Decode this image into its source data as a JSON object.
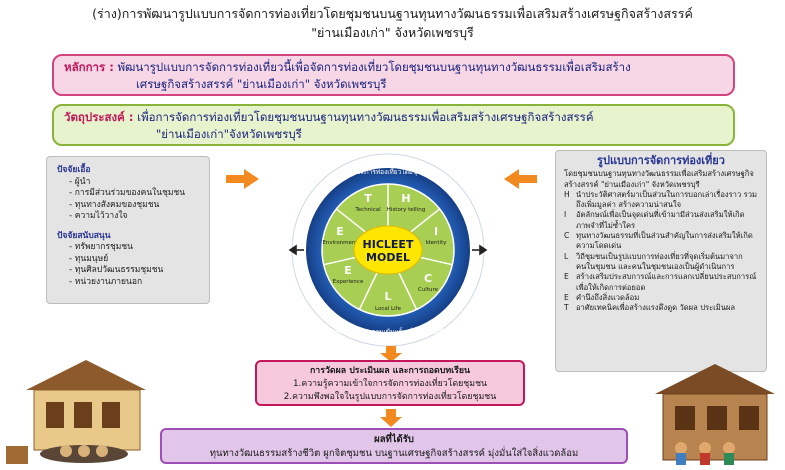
{
  "title": {
    "line1": "(ร่าง)การพัฒนารูปแบบการจัดการท่องเที่ยวโดยชุมชนบนฐานทุนทางวัฒนธรรมเพื่อเสริมสร้างเศรษฐกิจสร้างสรรค์",
    "line2": "\"ย่านเมืองเก่า\" จังหวัดเพชรบุรี"
  },
  "principle": {
    "label": "หลักการ :",
    "text1": "พัฒนารูปแบบการจัดการท่องเที่ยวนี้เพื่อจัดการท่องเที่ยวโดยชุมชนบนฐานทุนทางวัฒนธรรมเพื่อเสริมสร้าง",
    "text2": "เศรษฐกิจสร้างสรรค์ \"ย่านเมืองเก่า\" จังหวัดเพชรบุรี"
  },
  "objective": {
    "label": "วัตถุประสงค์ :",
    "text1": "เพื่อการจัดการท่องเที่ยวโดยชุมชนบนฐานทุนทางวัฒนธรรมเพื่อเสริมสร้างเศรษฐกิจสร้างสรรค์",
    "text2": "\"ย่านเมืองเก่า\"จังหวัดเพชรบุรี"
  },
  "left_panel": {
    "heading1": "ปัจจัยเอื้อ",
    "items1": [
      "ผู้นำ",
      "การมีส่วนร่วมของคนในชุมชน",
      "ทุนทางสังคมของชุมชน",
      "ความไว้วางใจ"
    ],
    "heading2": "ปัจจัยสนับสนุน",
    "items2": [
      "ทรัพยากรชุมชน",
      "ทุนมนุษย์",
      "ทุนศิลปวัฒนธรรมชุมชน",
      "หน่วยงานภายนอก"
    ]
  },
  "model": {
    "center1": "HICLEET",
    "center2": "MODEL",
    "segments": [
      {
        "letter": "H",
        "label": "History telling"
      },
      {
        "letter": "I",
        "label": "Identity"
      },
      {
        "letter": "C",
        "label": "Culture"
      },
      {
        "letter": "L",
        "label": "Local Life"
      },
      {
        "letter": "E",
        "label": "Experience"
      },
      {
        "letter": "E",
        "label": "Environment"
      },
      {
        "letter": "T",
        "label": "Technical"
      }
    ],
    "ring_top": "การจัดการท่องเที่ยวโดยชุมชน",
    "ring_bottom": "การเสริมสร้างความเข้มแข็งเพื่อความยั่งยืน"
  },
  "right_panel": {
    "heading": "รูปแบบการจัดการท่องเที่ยว",
    "intro": "โดยชุมชนบนฐานทุนทางวัฒนธรรมเพื่อเสริมสร้างเศรษฐกิจสร้างสรรค์ \"ย่านเมืองเก่า\" จังหวัดเพชรบุรี",
    "items": [
      {
        "k": "H",
        "v": "นำประวัติศาสตร์มาเป็นส่วนในการบอกเล่าเรื่องราว รวมถึงเพิ่มมูลค่า สร้างความน่าสนใจ"
      },
      {
        "k": "I",
        "v": "อัตลักษณ์เพื่อเป็นจุดเด่นที่เข้ามามีส่วนส่งเสริมให้เกิดภาพจำที่ไม่ซ้ำใคร"
      },
      {
        "k": "C",
        "v": "ทุนทางวัฒนธรรมที่เป็นส่วนสำคัญในการส่งเสริมให้เกิดความโดดเด่น"
      },
      {
        "k": "L",
        "v": "วิถีชุมชนเป็นรูปแบบการท่องเที่ยวที่จุดเริ่มต้นมาจากคนในชุมชน และคนในชุมชนเองเป็นผู้ดำเนินการ"
      },
      {
        "k": "E",
        "v": "สร้างเสริมประสบการณ์และการแลกเปลี่ยนประสบการณ์เพื่อให้เกิดการต่อยอด"
      },
      {
        "k": "E",
        "v": "คำนึงถึงสิ่งแวดล้อม"
      },
      {
        "k": "T",
        "v": "อาศัยเทคนิคเพื่อสร้างแรงดึงดูด วัดผล ประเมินผล"
      }
    ]
  },
  "evaluation": {
    "title": "การวัดผล ประเมินผล และการถอดบทเรียน",
    "item1": "1.ความรู้ความเข้าใจการจัดการท่องเที่ยวโดยชุมชน",
    "item2": "2.ความพึงพอใจในรูปแบบการจัดการท่องเที่ยวโดยชุมชน"
  },
  "result": {
    "title": "ผลที่ได้รับ",
    "text": "ทุนทางวัฒนธรรมสร้างชีวิต ผูกจิตชุมชน บนฐานเศรษฐกิจสร้างสรรค์ มุ่งมั่นใส่ใจสิ่งแวดล้อม"
  },
  "colors": {
    "principle_border": "#d4447f",
    "objective_border": "#8ab33a",
    "arrow": "#f28a1f",
    "ring_outer": "#1e5aa8",
    "center_fill": "#ffe600"
  }
}
